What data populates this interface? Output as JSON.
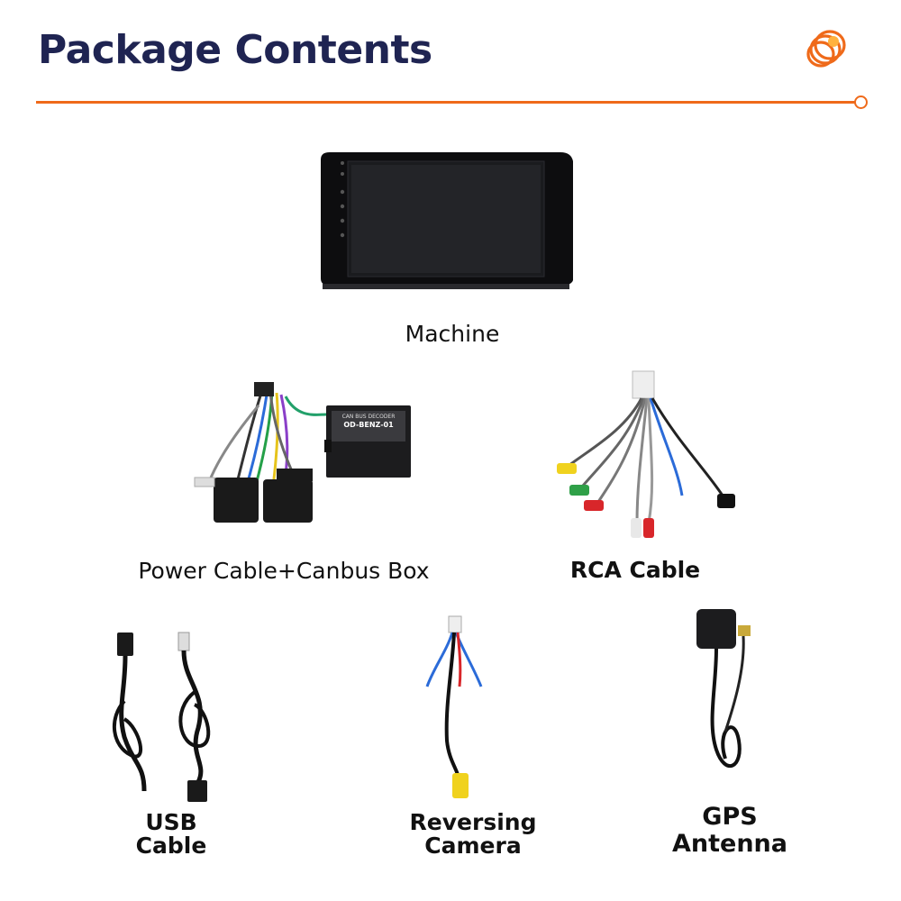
{
  "header": {
    "title": "Package Contents",
    "accent_color": "#ef6a1a",
    "title_color": "#1f2452"
  },
  "items": [
    {
      "label": "Machine"
    },
    {
      "label": "Power Cable+Canbus Box",
      "box_text": [
        "CAN BUS DECODER",
        "OD-BENZ-01"
      ]
    },
    {
      "label": "RCA Cable"
    },
    {
      "label_lines": [
        "USB",
        "Cable"
      ]
    },
    {
      "label_lines": [
        "Reversing",
        "Camera"
      ]
    },
    {
      "label_lines": [
        "GPS",
        "Antenna"
      ]
    }
  ]
}
